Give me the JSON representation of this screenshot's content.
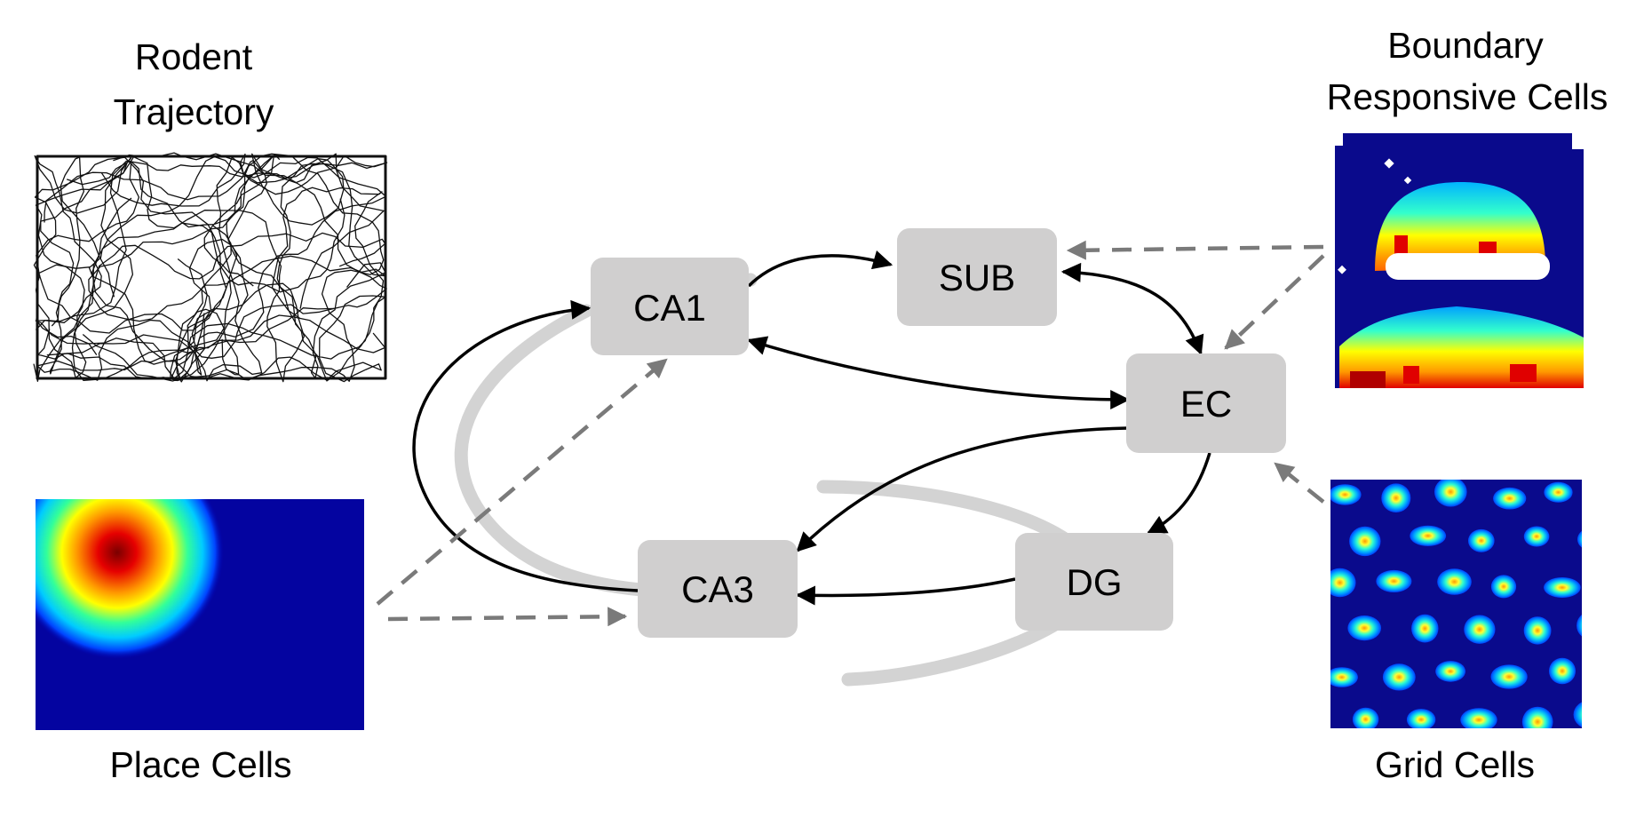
{
  "labels": {
    "rodent_trajectory": [
      "Rodent",
      "Trajectory"
    ],
    "boundary_cells": [
      "Boundary",
      "Responsive Cells"
    ],
    "place_cells": "Place Cells",
    "grid_cells": "Grid Cells"
  },
  "nodes": {
    "ca1": "CA1",
    "sub": "SUB",
    "ec": "EC",
    "ca3": "CA3",
    "dg": "DG"
  },
  "colors": {
    "node_fill": "#d0cfcf",
    "pathway_gray": "#d3d3d3",
    "dashed_gray": "#7a7a7a",
    "arrow_black": "#000000",
    "heatmap_background": "#0a0a8c",
    "heatmap_hot": "#c00000"
  },
  "icons": {
    "trajectory": "random-walk-trace",
    "place_map": "single-field-heatmap",
    "boundary_map": "boundary-field-heatmap",
    "grid_map": "hexagonal-grid-heatmap"
  }
}
